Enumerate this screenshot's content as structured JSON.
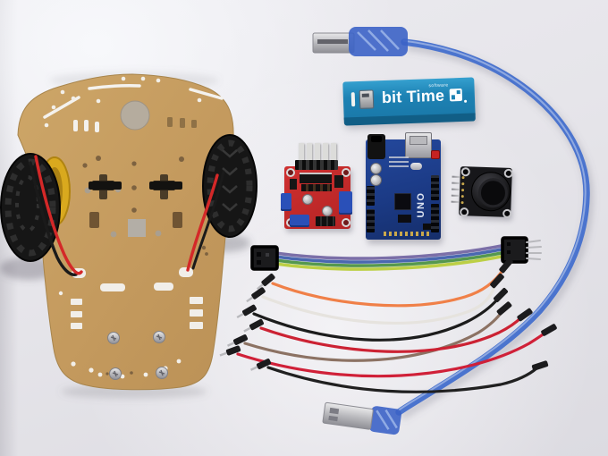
{
  "scene": {
    "description": "Photograph of a 2WD robot car kit laid out on a light surface: tan chassis plate with two wheels and motor wires, L298N motor driver, Arduino UNO, joystick module, bit Time power bank, blue USB cable, ribbon cable and assorted jumper wires",
    "background_color": "#e8e7ec"
  },
  "power_bank": {
    "brand": "bit Time",
    "brand_sub": "software",
    "body_color": "#1d82b4"
  },
  "arduino": {
    "label": "UNO",
    "board_color": "#1b3a85"
  },
  "motor_driver": {
    "board_color": "#c02828",
    "heatsink_color": "#dcdcda",
    "terminal_color": "#2a50b8"
  },
  "joystick_module": {
    "board_color": "#17171a"
  },
  "chassis": {
    "plate_color": "#c59d62"
  },
  "wheels": {
    "tire_color": "#161616",
    "hub_color": "#d9a91e",
    "wire_colors": [
      "#d42828",
      "#1a1a1a"
    ]
  },
  "usb_cable": {
    "color": "#4b74ce"
  },
  "ribbon_cable": {
    "strand_colors": [
      "#7b6fa8",
      "#4a68b0",
      "#55984e",
      "#bccf45"
    ]
  },
  "jumper_wires": {
    "colors": [
      "#f08048",
      "#e6e3de",
      "#1c1c1c",
      "#8c7263",
      "#cc2233",
      "#d02038",
      "#202020"
    ]
  }
}
